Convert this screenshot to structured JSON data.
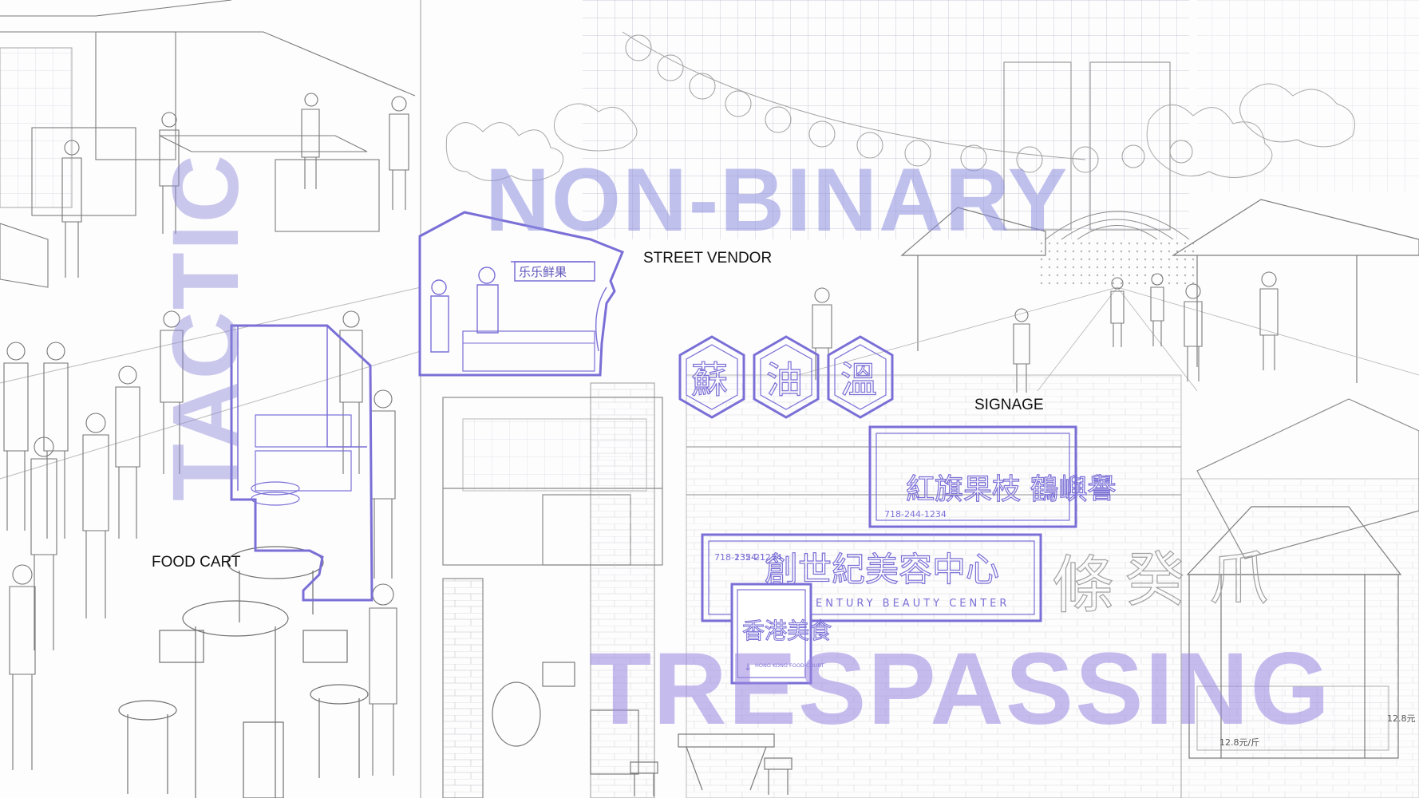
{
  "title_words": {
    "non_binary": "NON-BINARY",
    "trespassing": "TRESPASSING",
    "vertical": "TACTIC"
  },
  "labels": {
    "street_vendor": "STREET VENDOR",
    "signage": "SIGNAGE",
    "food_cart": "FOOD CART"
  },
  "signs": {
    "fruit_banner": "乐乐鲜果",
    "red_sign_chars": "紅旗果枝 鶴嶼譽",
    "red_sign_phone": "718-244-1234",
    "century_sign_chars": "創世紀美容中心",
    "century_sign_sub": "NEW CENTURY BEAUTY CENTER",
    "century_sign_phone": "718-2324-1234",
    "century_sign_phone2": "135-21",
    "food_court_chars": "香港美食",
    "food_court_en": "HONG KONG FOOD COURT",
    "price_tag_1": "12.8元/斤",
    "price_tag_2": "12.8元"
  },
  "colors": {
    "accent_purple": "#7a6fd6",
    "blue_wash": "#8fa7dc",
    "line_grey": "#6e6e6e"
  }
}
